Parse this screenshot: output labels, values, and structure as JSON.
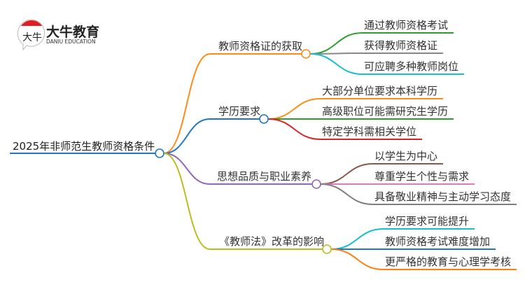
{
  "logo": {
    "name_cn": "大牛教育",
    "name_en": "DANIU EDUCATION",
    "mark": "大牛"
  },
  "root": {
    "label": "2025年非师范生教师资格条件",
    "color": "#1f77c4"
  },
  "branches": [
    {
      "label": "教师资格证的获取",
      "color": "#ff8c1a",
      "children": [
        {
          "label": "通过教师资格考试",
          "color": "#2ca02c"
        },
        {
          "label": "获得教师资格证",
          "color": "#888888"
        },
        {
          "label": "可应聘多种教师岗位",
          "color": "#17becf"
        }
      ]
    },
    {
      "label": "学历要求",
      "color": "#1f77c4",
      "children": [
        {
          "label": "大部分单位要求本科学历",
          "color": "#ff8c1a"
        },
        {
          "label": "高级职位可能需研究生学历",
          "color": "#2ca02c"
        },
        {
          "label": "特定学科需相关学位",
          "color": "#d62728"
        }
      ]
    },
    {
      "label": "思想品质与职业素养",
      "color": "#9467bd",
      "children": [
        {
          "label": "以学生为中心",
          "color": "#8c564b"
        },
        {
          "label": "尊重学生个性与需求",
          "color": "#e377c2"
        },
        {
          "label": "具备敬业精神与主动学习态度",
          "color": "#7f7f7f"
        }
      ]
    },
    {
      "label": "《教师法》改革的影响",
      "color": "#bcbd22",
      "children": [
        {
          "label": "学历要求可能提升",
          "color": "#17becf"
        },
        {
          "label": "教师资格考试难度增加",
          "color": "#1f77c4"
        },
        {
          "label": "更严格的教育与心理学考核",
          "color": "#ff7f0e"
        }
      ]
    }
  ]
}
